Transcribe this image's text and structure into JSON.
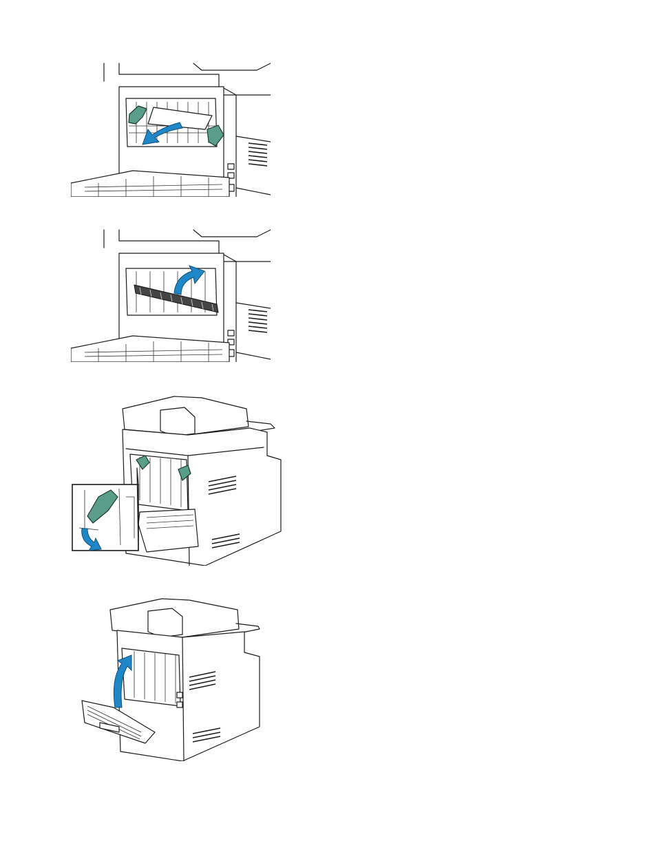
{
  "figures": [
    {
      "id": "fig1",
      "icon": "remove-paper-from-fuser-illustration"
    },
    {
      "id": "fig2",
      "icon": "close-fuser-cover-illustration"
    },
    {
      "id": "fig3",
      "icon": "lower-fuser-levers-illustration"
    },
    {
      "id": "fig4",
      "icon": "close-rear-door-illustration"
    }
  ],
  "colors": {
    "lever_green": "#5a9e8a",
    "arrow_blue": "#1f86c8",
    "line": "#1a1a1a"
  }
}
